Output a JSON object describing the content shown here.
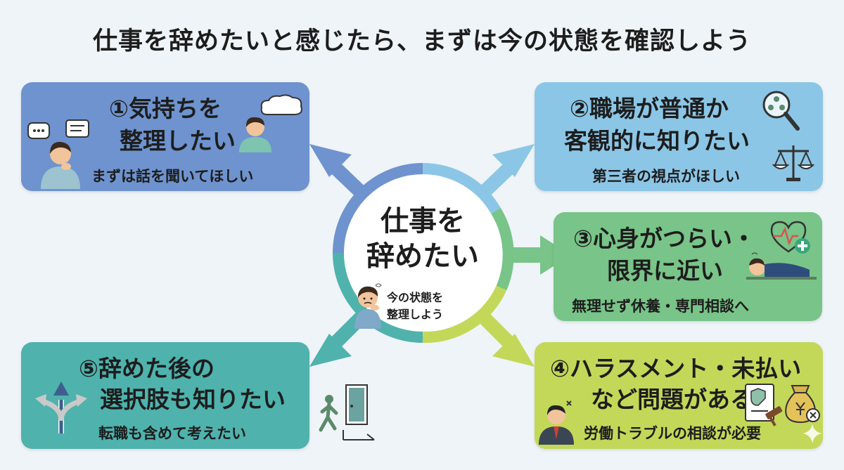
{
  "title": "仕事を辞めたいと感じたら、まずは今の状態を確認しよう",
  "center": {
    "line1": "仕事を",
    "line2": "辞めたい",
    "sub1": "今の状態を",
    "sub2": "整理しよう"
  },
  "boxes": [
    {
      "line1": "①気持ちを",
      "line2": "整理したい",
      "sub": "まずは話を聞いてほしい",
      "color": "#6e93cf"
    },
    {
      "line1": "②職場が普通か",
      "line2": "客観的に知りたい",
      "sub": "第三者の視点がほしい",
      "color": "#8cc6e6"
    },
    {
      "line1": "③心身がつらい・",
      "line2": "限界に近い",
      "sub": "無理せず休養・専門相談へ",
      "color": "#79c488"
    },
    {
      "line1": "④ハラスメント・未払い",
      "line2": "など問題がある",
      "sub": "労働トラブルの相談が必要",
      "color": "#c3d859"
    },
    {
      "line1": "⑤辞めた後の",
      "line2": "選択肢も知りたい",
      "sub": "転職も含めて考えたい",
      "color": "#4fb2ad"
    }
  ],
  "icons": [
    "person-thinking-icon",
    "chat-bubbles-icon",
    "thought-bubble-icon",
    "magnifier-people-icon",
    "scales-icon",
    "heart-pulse-icon",
    "resting-person-icon",
    "worried-businessman-icon",
    "document-gavel-icon",
    "money-bag-icon",
    "crossroads-arrows-icon",
    "exit-door-icon",
    "sparkle-icon"
  ]
}
